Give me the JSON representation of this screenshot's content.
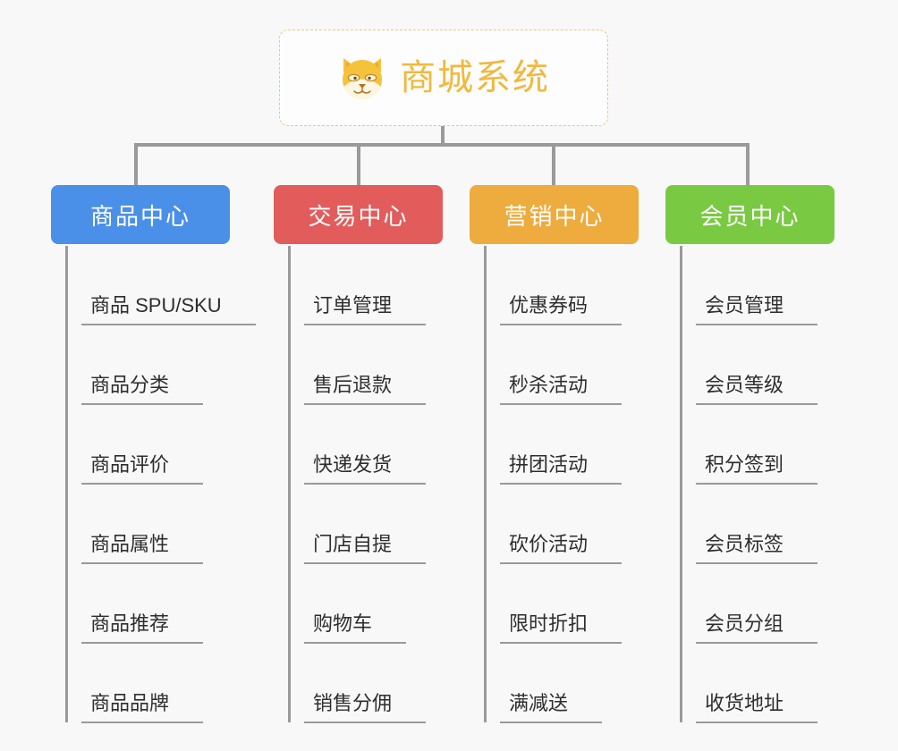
{
  "root": {
    "title": "商城系统",
    "emoji_icon": "shiba-dog-face-icon",
    "border_color": "#f0c674",
    "text_color": "#f0b93e"
  },
  "connector_color": "#9a9a9a",
  "background_color": "#f8f8f8",
  "columns": [
    {
      "id": "product-center",
      "label": "商品中心",
      "color": "#4a90e8",
      "items": [
        "商品 SPU/SKU",
        "商品分类",
        "商品评价",
        "商品属性",
        "商品推荐",
        "商品品牌"
      ]
    },
    {
      "id": "trade-center",
      "label": "交易中心",
      "color": "#e25c5c",
      "items": [
        "订单管理",
        "售后退款",
        "快递发货",
        "门店自提",
        "购物车",
        "销售分佣"
      ]
    },
    {
      "id": "marketing-center",
      "label": "营销中心",
      "color": "#eeab3e",
      "items": [
        "优惠券码",
        "秒杀活动",
        "拼团活动",
        "砍价活动",
        "限时折扣",
        "满减送"
      ]
    },
    {
      "id": "member-center",
      "label": "会员中心",
      "color": "#7ac943",
      "items": [
        "会员管理",
        "会员等级",
        "积分签到",
        "会员标签",
        "会员分组",
        "收货地址"
      ]
    }
  ]
}
